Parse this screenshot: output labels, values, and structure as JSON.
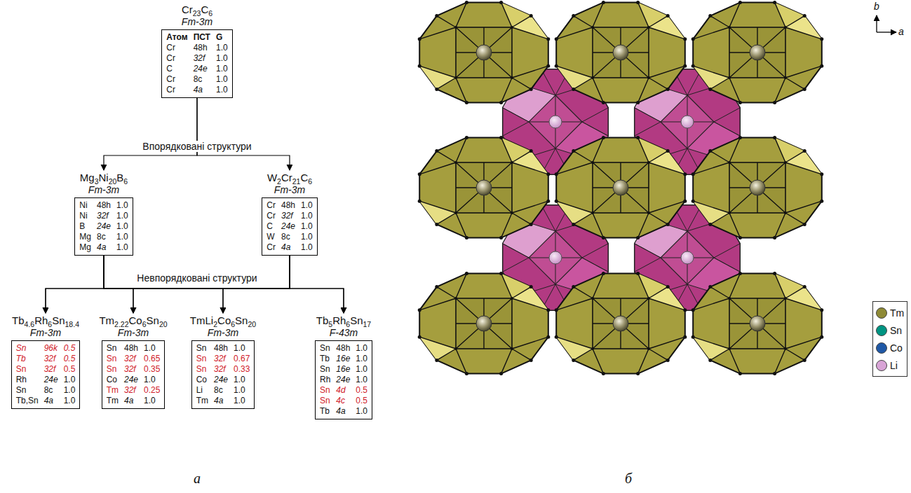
{
  "diagram": {
    "nodes": [
      {
        "text": [
          "Cr23C6",
          "Fm-3m",
          "Атом",
          "ПСТ",
          "G",
          "Cr",
          "48h",
          "1.0",
          "Cr",
          "32f",
          "1.0",
          "C",
          "24e",
          "1.0",
          "Cr",
          "8c",
          "1.0",
          "Cr",
          "4a",
          "1.0"
        ]
      },
      {
        "text": [
          "Mg3Ni20B6",
          "Fm-3m",
          "Ni",
          "48h",
          "1.0",
          "Ni",
          "32f",
          "1.0",
          "B",
          "24e",
          "1.0",
          "Mg",
          "8c",
          "1.0",
          "Mg",
          "4a",
          "1.0"
        ]
      },
      {
        "text": [
          "W2Cr21C6",
          "Fm-3m",
          "Cr",
          "48h",
          "1.0",
          "Cr",
          "32f",
          "1.0",
          "C",
          "24e",
          "1.0",
          "W",
          "8c",
          "1.0",
          "Cr",
          "4a",
          "1.0"
        ]
      },
      {
        "text": [
          "Tb4.6Rh6Sn18.4",
          "Fm-3m",
          "Sn",
          "96k",
          "0.5",
          "Tb",
          "32f",
          "0.5",
          "Sn",
          "32f",
          "0.5",
          "Rh",
          "24e",
          "1.0",
          "Sn",
          "8c",
          "1.0",
          "Tb,Sn",
          "4a",
          "1.0"
        ]
      },
      {
        "text": [
          "Tm2.22Co6Sn20",
          "Fm-3m",
          "Sn",
          "48h",
          "1.0",
          "Sn",
          "32f",
          "0.65",
          "Sn",
          "32f",
          "0.35",
          "Co",
          "24e",
          "1.0",
          "Tm",
          "32f",
          "0.25",
          "Tm",
          "4a",
          "1.0"
        ]
      },
      {
        "text": [
          "TmLi2Co6Sn20",
          "Fm-3m",
          "Sn",
          "48h",
          "1.0",
          "Sn",
          "32f",
          "0.67",
          "Sn",
          "32f",
          "0.33",
          "Co",
          "24e",
          "1.0",
          "Li",
          "8c",
          "1.0",
          "Tm",
          "4a",
          "1.0"
        ]
      },
      {
        "text": [
          "Tb5Rh6Sn17",
          "F-43m",
          "Sn",
          "48h",
          "1.0",
          "Tb",
          "16e",
          "1.0",
          "Sn",
          "16e",
          "1.0",
          "Rh",
          "24e",
          "1.0",
          "Sn",
          "4d",
          "0.5",
          "Sn",
          "4c",
          "0.5",
          "Tb",
          "4a",
          "1.0"
        ]
      }
    ],
    "edges": [
      {
        "from": 0,
        "to": 1,
        "arrow": "to"
      },
      {
        "from": 0,
        "to": 2,
        "arrow": "to"
      },
      {
        "from": 1,
        "to": 3,
        "arrow": "to"
      },
      {
        "from": 1,
        "to": 4,
        "arrow": "to"
      },
      {
        "from": 1,
        "to": 5,
        "arrow": "to"
      },
      {
        "from": 1,
        "to": 6,
        "arrow": "to"
      },
      {
        "from": 2,
        "to": 3,
        "arrow": "to"
      },
      {
        "from": 2,
        "to": 4,
        "arrow": "to"
      },
      {
        "from": 2,
        "to": 5,
        "arrow": "to"
      },
      {
        "from": 2,
        "to": 6,
        "arrow": "to"
      }
    ],
    "labels": [
      "Впорядковані структури",
      "Невпорядковані структури",
      "а",
      "б",
      "b",
      "a"
    ],
    "legend": [
      {
        "text": "Tm",
        "color": "#8e8a36"
      },
      {
        "text": "Sn",
        "color": "#009482"
      },
      {
        "text": "Co",
        "color": "#1f58a6"
      },
      {
        "text": "Li",
        "color": "#d8a4d6"
      }
    ]
  }
}
